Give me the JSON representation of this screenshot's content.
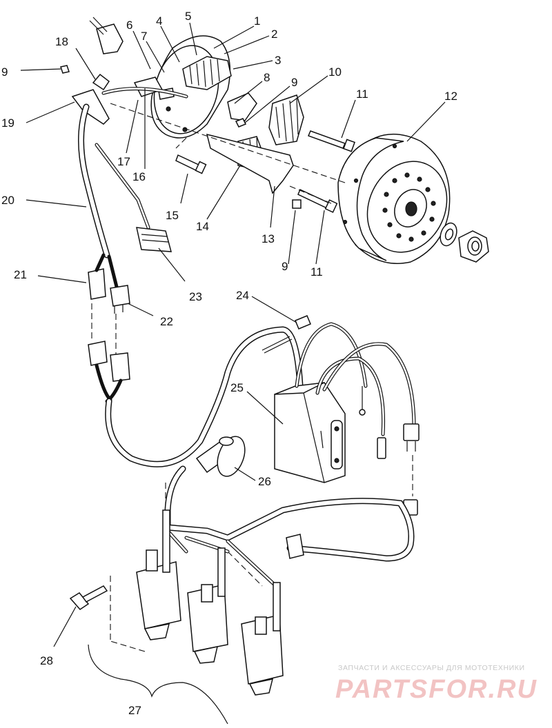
{
  "callouts": [
    {
      "id": "1",
      "text": "1"
    },
    {
      "id": "2",
      "text": "2"
    },
    {
      "id": "3",
      "text": "3"
    },
    {
      "id": "4",
      "text": "4"
    },
    {
      "id": "5",
      "text": "5"
    },
    {
      "id": "6",
      "text": "6"
    },
    {
      "id": "7",
      "text": "7"
    },
    {
      "id": "8",
      "text": "8"
    },
    {
      "id": "9",
      "text": "9"
    },
    {
      "id": "10",
      "text": "10"
    },
    {
      "id": "11",
      "text": "11"
    },
    {
      "id": "12",
      "text": "12"
    },
    {
      "id": "13",
      "text": "13"
    },
    {
      "id": "14",
      "text": "14"
    },
    {
      "id": "15",
      "text": "15"
    },
    {
      "id": "16",
      "text": "16"
    },
    {
      "id": "17",
      "text": "17"
    },
    {
      "id": "18",
      "text": "18"
    },
    {
      "id": "19",
      "text": "19"
    },
    {
      "id": "20",
      "text": "20"
    },
    {
      "id": "21",
      "text": "21"
    },
    {
      "id": "22",
      "text": "22"
    },
    {
      "id": "23",
      "text": "23"
    },
    {
      "id": "24",
      "text": "24"
    },
    {
      "id": "25",
      "text": "25"
    },
    {
      "id": "26",
      "text": "26"
    },
    {
      "id": "27",
      "text": "27"
    },
    {
      "id": "28",
      "text": "28"
    }
  ],
  "watermark": {
    "tagline": "ЗАПЧАСТИ И АКСЕССУАРЫ ДЛЯ МОТОТЕХНИКИ",
    "brand": "PARTSFOR.RU"
  }
}
